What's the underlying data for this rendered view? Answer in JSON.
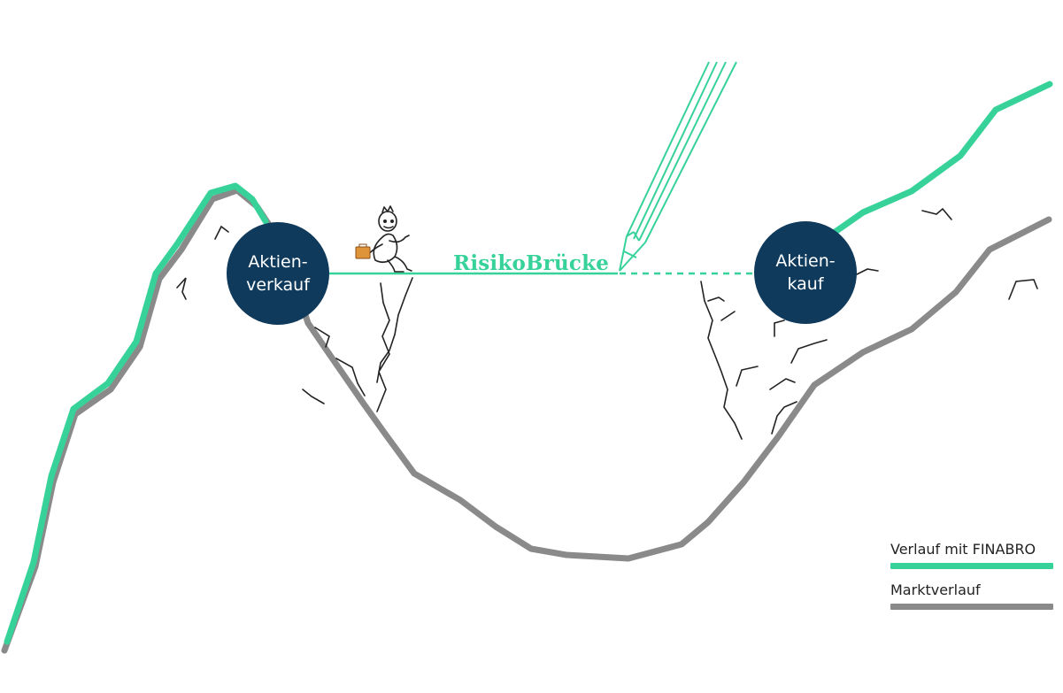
{
  "colors": {
    "finabro": "#37d29a",
    "market": "#8a8a8a",
    "node": "#0f3a5c",
    "rock": "#222222",
    "pencil": "#37d29a"
  },
  "nodes": {
    "sell_line1": "Aktien-",
    "sell_line2": "verkauf",
    "buy_line1": "Aktien-",
    "buy_line2": "kauf"
  },
  "bridge": {
    "title": "RisikoBrücke"
  },
  "legend": [
    {
      "label": "Verlauf mit FINABRO",
      "series": "finabro"
    },
    {
      "label": "Marktverlauf",
      "series": "market"
    }
  ],
  "icons": {
    "pencil": "pencil-icon",
    "figure": "stick-figure-icon",
    "briefcase": "briefcase-icon"
  }
}
